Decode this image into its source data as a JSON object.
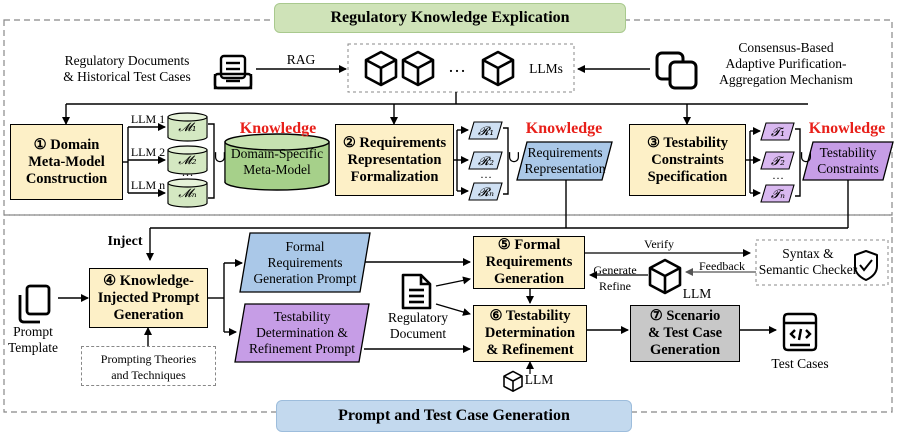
{
  "banners": {
    "top": "Regulatory Knowledge Explication",
    "bottom": "Prompt and Test Case Generation"
  },
  "top_row": {
    "docs_label_line1": "Regulatory Documents",
    "docs_label_line2": "& Historical Test Cases",
    "rag": "RAG",
    "ellipsis": "…",
    "llms": "LLMs",
    "consensus_line1": "Consensus-Based",
    "consensus_line2": "Adaptive Purification-",
    "consensus_line3": "Aggregation Mechanism"
  },
  "steps": {
    "s1_line1": "① Domain",
    "s1_line2": "Meta-Model",
    "s1_line3": "Construction",
    "s2_line1": "② Requirements",
    "s2_line2": "Representation",
    "s2_line3": "Formalization",
    "s3_line1": "③ Testability",
    "s3_line2": "Constraints",
    "s3_line3": "Specification",
    "s4_line1": "④ Knowledge-",
    "s4_line2": "Injected Prompt",
    "s4_line3": "Generation",
    "s5_line1": "⑤ Formal",
    "s5_line2": "Requirements",
    "s5_line3": "Generation",
    "s6_line1": "⑥ Testability",
    "s6_line2": "Determination",
    "s6_line3": "& Refinement",
    "s7_line1": "⑦ Scenario",
    "s7_line2": "& Test Case",
    "s7_line3": "Generation"
  },
  "llm_labels": [
    "LLM 1",
    "LLM 2",
    "LLM n"
  ],
  "models": [
    "𝓜₁",
    "𝓜₂",
    "…",
    "𝓜ₙ"
  ],
  "reqs": [
    "𝓡₁",
    "𝓡₂",
    "…",
    "𝓡ₙ"
  ],
  "tests": [
    "𝓣₁",
    "𝓣₂",
    "…",
    "𝓣ₙ"
  ],
  "union": "∪",
  "knowledge": "Knowledge",
  "outputs": {
    "meta_model_line1": "Domain-Specific",
    "meta_model_line2": "Meta-Model",
    "req_rep_line1": "Requirements",
    "req_rep_line2": "Representation",
    "test_con_line1": "Testability",
    "test_con_line2": "Constraints"
  },
  "bottom_row": {
    "inject": "Inject",
    "prompt_template_line1": "Prompt",
    "prompt_template_line2": "Template",
    "theories_line1": "Prompting Theories",
    "theories_line2": "and Techniques",
    "formal_prompt_line1": "Formal",
    "formal_prompt_line2": "Requirements",
    "formal_prompt_line3": "Generation Prompt",
    "test_prompt_line1": "Testability",
    "test_prompt_line2": "Determination &",
    "test_prompt_line3": "Refinement Prompt",
    "reg_doc_line1": "Regulatory",
    "reg_doc_line2": "Document",
    "verify": "Verify",
    "feedback": "Feedback",
    "generate": "Generate",
    "refine": "Refine",
    "llm": "LLM",
    "checker_line1": "Syntax &",
    "checker_line2": "Semantic Checker",
    "test_cases": "Test Cases"
  },
  "colors": {
    "step_fill": "#fdf0c7",
    "green_fill": "#cfe3b8",
    "blue_fill": "#c3d9ee",
    "purple_fill": "#d9b8f0",
    "knowledge_red": "#e8201a",
    "gray_step": "#c8c8c8"
  }
}
